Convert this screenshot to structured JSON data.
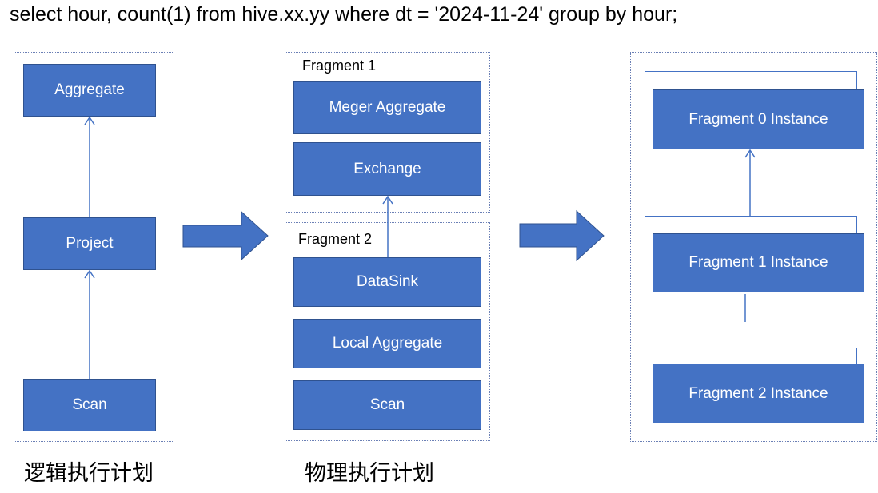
{
  "sql": "select hour, count(1) from hive.xx.yy where dt = '2024-11-24' group by hour;",
  "logical": {
    "caption": "逻辑执行计划",
    "nodes": [
      "Aggregate",
      "Project",
      "Scan"
    ]
  },
  "physical": {
    "caption": "物理执行计划",
    "fragment1": {
      "label": "Fragment 1",
      "nodes": [
        "Meger Aggregate",
        "Exchange"
      ]
    },
    "fragment2": {
      "label": "Fragment 2",
      "nodes": [
        "DataSink",
        "Local Aggregate",
        "Scan"
      ]
    }
  },
  "instances": [
    "Fragment 0 Instance",
    "Fragment 1 Instance",
    "Fragment 2 Instance"
  ],
  "colors": {
    "block": "#4472c4",
    "arrow": "#4472c4",
    "border": "#6a7fb5"
  }
}
